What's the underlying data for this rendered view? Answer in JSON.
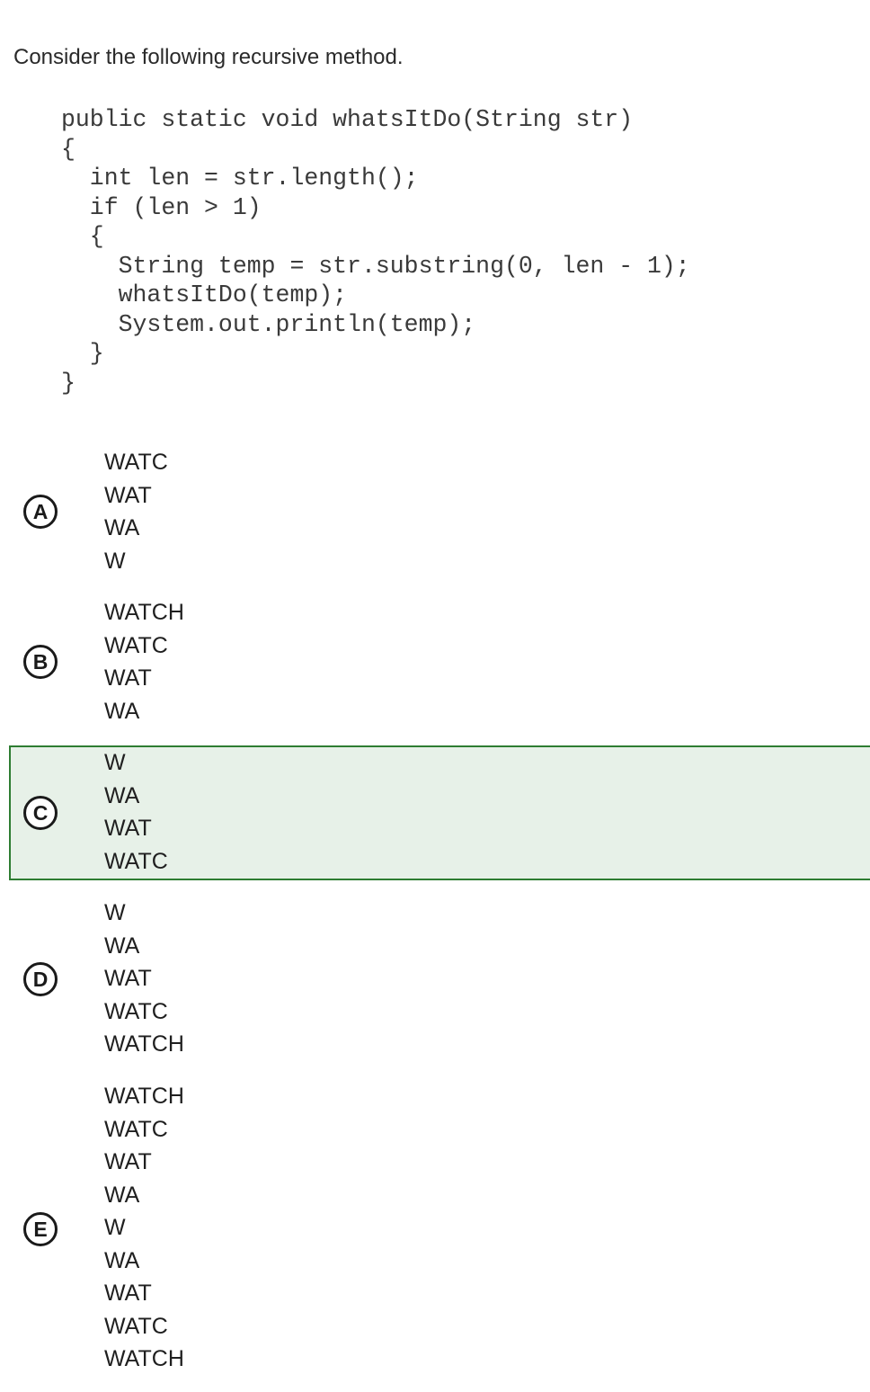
{
  "question": {
    "prompt": "Consider the following recursive method.",
    "code": "public static void whatsItDo(String str)\n{\n  int len = str.length();\n  if (len > 1)\n  {\n    String temp = str.substring(0, len - 1);\n    whatsItDo(temp);\n    System.out.println(temp);\n  }\n}"
  },
  "options": [
    {
      "letter": "A",
      "selected": false,
      "lines": [
        "WATC",
        "WAT",
        "WA",
        "W"
      ]
    },
    {
      "letter": "B",
      "selected": false,
      "lines": [
        "WATCH",
        "WATC",
        "WAT",
        "WA"
      ]
    },
    {
      "letter": "C",
      "selected": true,
      "lines": [
        "W",
        "WA",
        "WAT",
        "WATC"
      ]
    },
    {
      "letter": "D",
      "selected": false,
      "lines": [
        "W",
        "WA",
        "WAT",
        "WATC",
        "WATCH"
      ]
    },
    {
      "letter": "E",
      "selected": false,
      "lines": [
        "WATCH",
        "WATC",
        "WAT",
        "WA",
        "W",
        "WA",
        "WAT",
        "WATC",
        "WATCH"
      ]
    }
  ],
  "colors": {
    "selected_background": "#e7f1e8",
    "selected_border": "#2e7d32"
  }
}
